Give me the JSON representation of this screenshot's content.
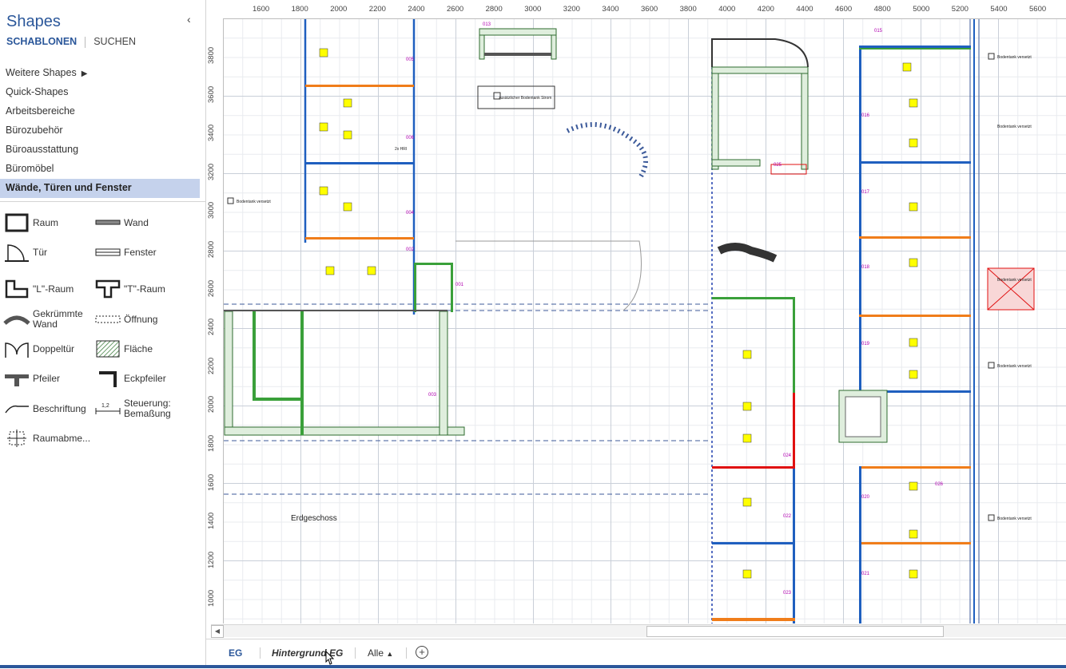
{
  "shapes_pane": {
    "title": "Shapes",
    "tab_stencils": "SCHABLONEN",
    "tab_search": "SUCHEN",
    "stencils": [
      {
        "label": "Weitere Shapes",
        "has_submenu": true
      },
      {
        "label": "Quick-Shapes"
      },
      {
        "label": "Arbeitsbereiche"
      },
      {
        "label": "Bürozubehör"
      },
      {
        "label": "Büroausstattung"
      },
      {
        "label": "Büromöbel"
      },
      {
        "label": "Wände, Türen und Fenster",
        "active": true
      }
    ],
    "shapes": [
      {
        "label": "Raum",
        "icon": "room-icon"
      },
      {
        "label": "Wand",
        "icon": "wall-icon"
      },
      {
        "label": "Tür",
        "icon": "door-icon"
      },
      {
        "label": "Fenster",
        "icon": "window-icon"
      },
      {
        "label": "\"L\"-Raum",
        "icon": "l-room-icon"
      },
      {
        "label": "\"T\"-Raum",
        "icon": "t-room-icon"
      },
      {
        "label": "Gekrümmte Wand",
        "icon": "curved-wall-icon"
      },
      {
        "label": "Öffnung",
        "icon": "opening-icon"
      },
      {
        "label": "Doppeltür",
        "icon": "double-door-icon"
      },
      {
        "label": "Fläche",
        "icon": "area-icon"
      },
      {
        "label": "Pfeiler",
        "icon": "pillar-icon"
      },
      {
        "label": "Eckpfeiler",
        "icon": "corner-pillar-icon"
      },
      {
        "label": "Beschriftung",
        "icon": "label-icon"
      },
      {
        "label": "Steuerung: Bemaßung",
        "icon": "dimension-icon"
      },
      {
        "label": "Raumabme...",
        "icon": "room-dimension-icon"
      }
    ]
  },
  "rulers": {
    "horizontal": [
      "1600",
      "1800",
      "2000",
      "2200",
      "2400",
      "2600",
      "2800",
      "3000",
      "3200",
      "3400",
      "3600",
      "3800",
      "4000",
      "4200",
      "4400",
      "4600",
      "4800",
      "5000",
      "5200",
      "5400",
      "5600"
    ],
    "vertical": [
      "3800",
      "3600",
      "3400",
      "3200",
      "3000",
      "2800",
      "2600",
      "2400",
      "2200",
      "2000",
      "1800",
      "1600",
      "1400",
      "1200",
      "1000"
    ]
  },
  "drawing": {
    "floor_label": "Erdgeschoss",
    "room_numbers": [
      "013",
      "015",
      "016",
      "017",
      "018",
      "019",
      "020",
      "021",
      "001",
      "002",
      "003",
      "004",
      "005",
      "006",
      "022",
      "023",
      "024",
      "025",
      "026"
    ],
    "small_labels": [
      "Bodentank versetzt",
      "Bodentank versetzt",
      "Bodentank versetzt",
      "Bodentank versetzt",
      "Bodentank versetzt",
      "Bodentank versetzt",
      "zusätzlicher Bodentank Strom",
      "2x HRI"
    ]
  },
  "page_tabs": {
    "tabs": [
      "EG",
      "Hintergrund EG"
    ],
    "all_label": "Alle",
    "all_icon": "caret-up-icon",
    "add_icon": "add-page-icon"
  },
  "colors": {
    "accent": "#2b579a",
    "active_stencil": "#c5d2ec",
    "wall_blue": "#1f5fbf",
    "wall_green": "#3aa03a",
    "wall_orange": "#f07d1a",
    "wall_red": "#e01010",
    "furniture_yellow": "#ffff00"
  }
}
